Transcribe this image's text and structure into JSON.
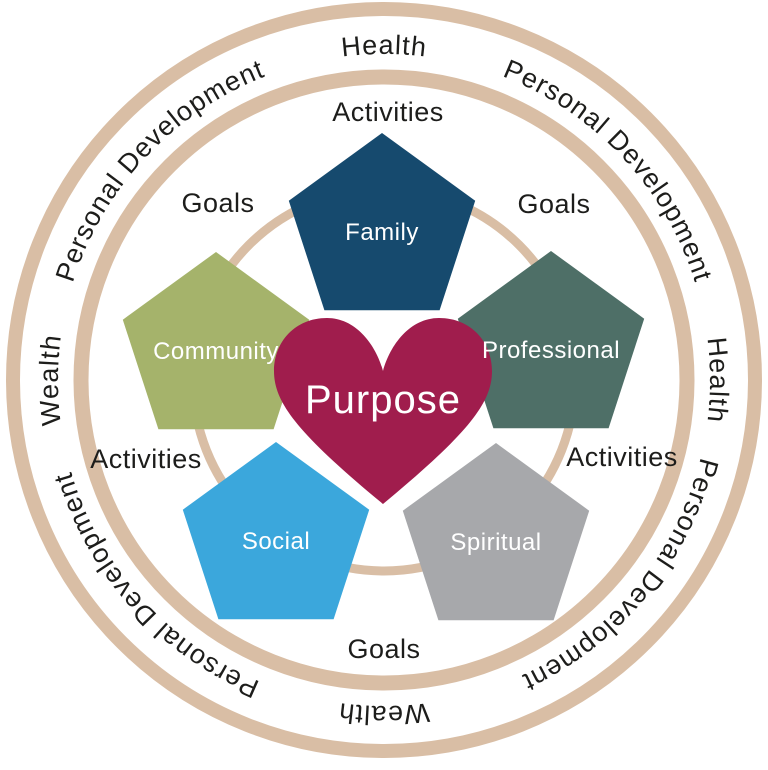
{
  "diagram": {
    "center": {
      "label": "Purpose"
    },
    "pentagons": [
      {
        "id": "family",
        "label": "Family",
        "color": "#164a6e",
        "position": "top"
      },
      {
        "id": "professional",
        "label": "Professional",
        "color": "#4e6f67",
        "position": "right"
      },
      {
        "id": "spiritual",
        "label": "Spiritual",
        "color": "#a7a8ab",
        "position": "bottom-right"
      },
      {
        "id": "social",
        "label": "Social",
        "color": "#3ba7dc",
        "position": "bottom-left"
      },
      {
        "id": "community",
        "label": "Community",
        "color": "#a5b36b",
        "position": "left"
      }
    ],
    "inner_labels": [
      {
        "text": "Activities",
        "position": "top"
      },
      {
        "text": "Goals",
        "position": "upper-left"
      },
      {
        "text": "Goals",
        "position": "upper-right"
      },
      {
        "text": "Activities",
        "position": "left"
      },
      {
        "text": "Activities",
        "position": "right"
      },
      {
        "text": "Goals",
        "position": "bottom"
      }
    ],
    "band_labels": [
      {
        "text": "Health",
        "position": "top"
      },
      {
        "text": "Personal Development",
        "position": "top-right"
      },
      {
        "text": "Health",
        "position": "right"
      },
      {
        "text": "Personal Development",
        "position": "bottom-right"
      },
      {
        "text": "Wealth",
        "position": "bottom"
      },
      {
        "text": "Personal Development",
        "position": "bottom-left"
      },
      {
        "text": "Wealth",
        "position": "left"
      },
      {
        "text": "Personal Development",
        "position": "top-left"
      }
    ],
    "colors": {
      "ring": "#d9bea5",
      "heart": "#a01d4d",
      "heart_text": "#ffffff",
      "pentagon_text": "#ffffff",
      "label_text": "#1d1d1b",
      "background": "#ffffff"
    }
  }
}
